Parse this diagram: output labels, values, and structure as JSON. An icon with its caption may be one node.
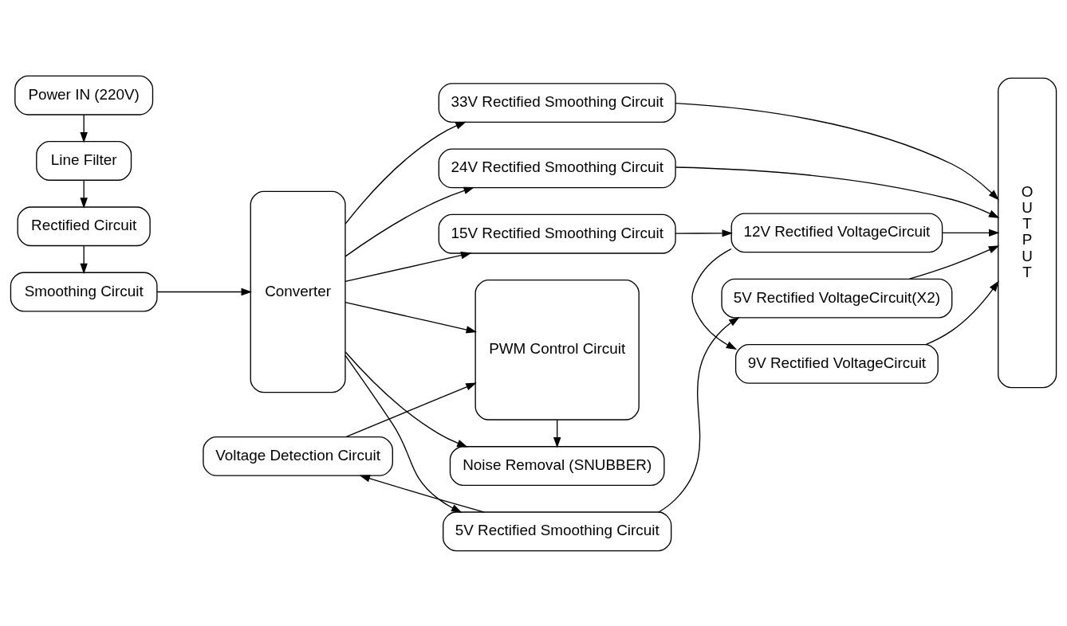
{
  "diagram": {
    "nodes": [
      {
        "text": [
          "Smoothing Circuit"
        ]
      },
      {
        "text": [
          "Rectified Circuit"
        ]
      },
      {
        "text": [
          "Line Filter"
        ]
      },
      {
        "text": [
          "Power IN (220V)"
        ]
      },
      {
        "text": [
          "Noise Removal (SNUBBER)"
        ]
      },
      {
        "text": [
          "Converter"
        ]
      },
      {
        "text": [
          "PWM Control Circuit"
        ]
      },
      {
        "text": [
          "Voltage Detection Circuit"
        ]
      },
      {
        "text": [
          "33V Rectified Smoothing Circuit"
        ]
      },
      {
        "text": [
          "24V Rectified Smoothing Circuit"
        ]
      },
      {
        "text": [
          "5V Rectified Smoothing Circuit"
        ]
      },
      {
        "text": [
          "5V Rectified VoltageCircuit(X2)"
        ]
      },
      {
        "text": [
          "9V Rectified VoltageCircuit"
        ]
      },
      {
        "text": [
          "15V Rectified Smoothing Circuit"
        ]
      },
      {
        "text": [
          "12V Rectified VoltageCircuit"
        ]
      },
      {
        "text": [
          "O U T P U T"
        ]
      }
    ],
    "edges": [
      {
        "from": 3,
        "to": 2,
        "arrow": "to"
      },
      {
        "from": 2,
        "to": 1,
        "arrow": "to"
      },
      {
        "from": 1,
        "to": 0,
        "arrow": "to"
      },
      {
        "from": 0,
        "to": 5,
        "arrow": "to"
      },
      {
        "from": 5,
        "to": 4,
        "arrow": "to"
      },
      {
        "from": 6,
        "to": 4,
        "arrow": "to"
      },
      {
        "from": 5,
        "to": 6,
        "arrow": "to"
      },
      {
        "from": 5,
        "to": 8,
        "arrow": "to"
      },
      {
        "from": 5,
        "to": 9,
        "arrow": "to"
      },
      {
        "from": 5,
        "to": 10,
        "arrow": "to"
      },
      {
        "from": 5,
        "to": 13,
        "arrow": "to"
      },
      {
        "from": 8,
        "to": 15,
        "arrow": "to"
      },
      {
        "from": 9,
        "to": 15,
        "arrow": "to"
      },
      {
        "from": 10,
        "to": 11,
        "arrow": "to"
      },
      {
        "from": 10,
        "to": 7,
        "arrow": "to"
      },
      {
        "from": 11,
        "to": 15,
        "arrow": "to"
      },
      {
        "from": 7,
        "to": 6,
        "arrow": "to"
      },
      {
        "from": 13,
        "to": 14,
        "arrow": "to"
      },
      {
        "from": 14,
        "to": 15,
        "arrow": "to"
      },
      {
        "from": 14,
        "to": 12,
        "arrow": "to"
      },
      {
        "from": 12,
        "to": 15,
        "arrow": "to"
      }
    ]
  }
}
